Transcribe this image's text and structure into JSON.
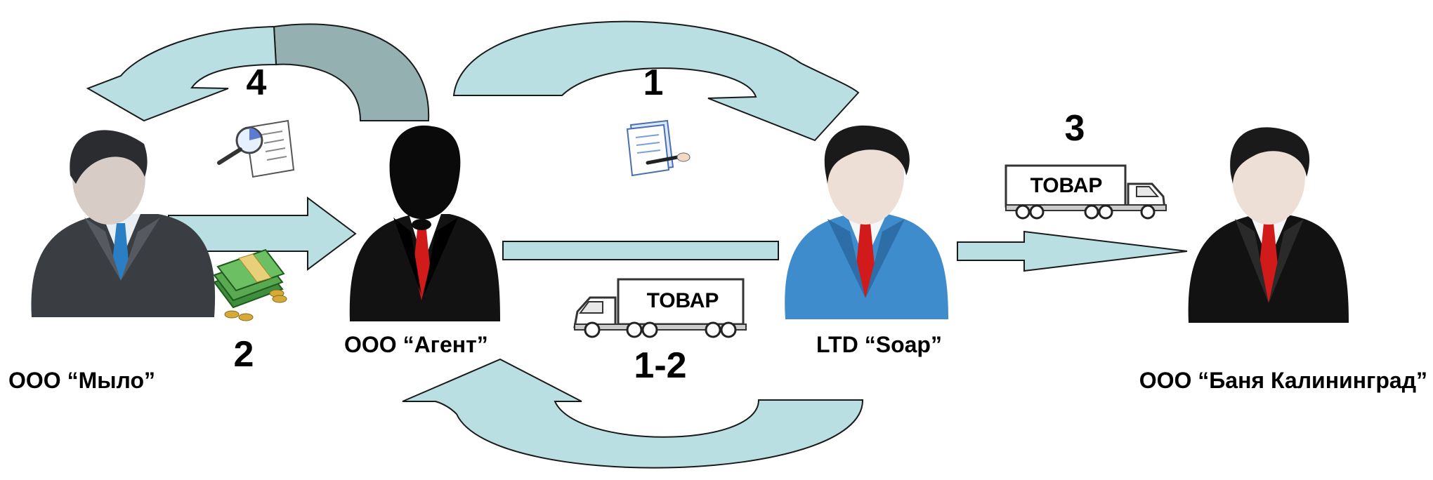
{
  "colors": {
    "arrow_fill": "#b9dfe2",
    "arrow_dark": "#95b0b1",
    "arrow_stroke": "#1a1a1a",
    "suit_gray": "#3a3d42",
    "suit_black": "#121212",
    "suit_blue": "#3f8ccc",
    "tie_red": "#d11a1a",
    "tie_blue": "#2a7fc4",
    "skin": "#eedfd6"
  },
  "icons": [
    "document-magnifier-icon",
    "contract-signing-icon",
    "money-stack-icon",
    "truck-icon"
  ],
  "steps": {
    "step1": "1",
    "step2": "2",
    "step3": "3",
    "step4": "4",
    "step12": "1-2"
  },
  "parties": {
    "mylo": "ООО “Мыло”",
    "agent": "ООО “Агент”",
    "soap": "LTD “Soap”",
    "banya": "ООО “Баня Калининград”"
  },
  "trucks": {
    "lower": "ТОВАР",
    "upper": "ТОВАР"
  }
}
